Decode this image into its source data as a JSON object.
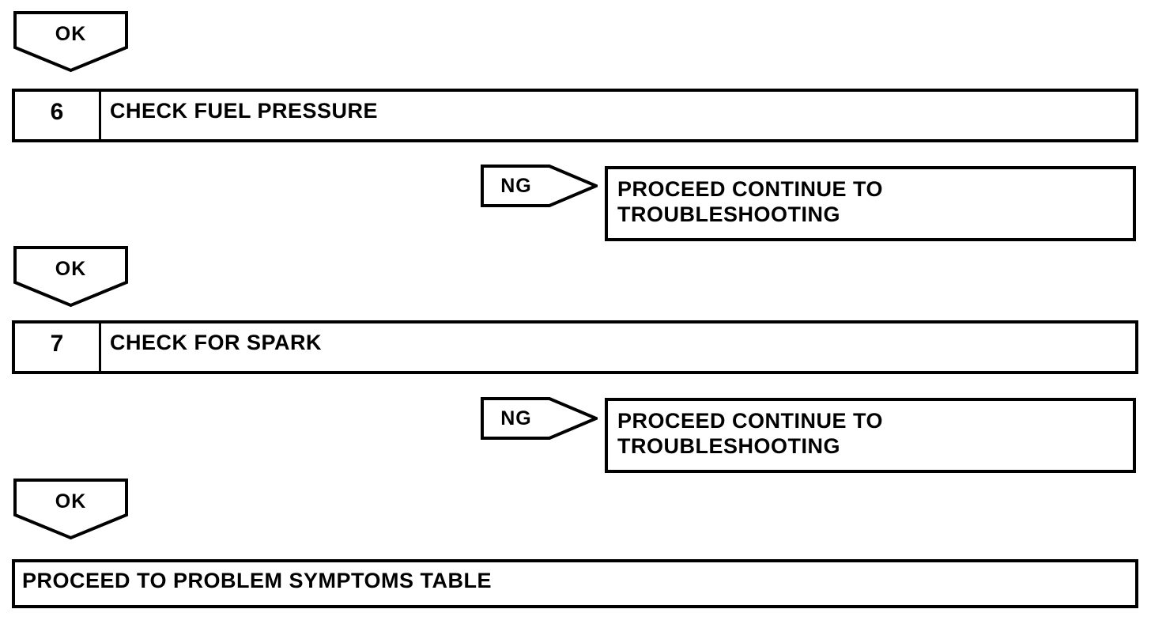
{
  "diagram": {
    "kind": "troubleshooting-flowchart",
    "connectors": {
      "ok_label": "OK",
      "ng_label": "NG"
    },
    "steps": [
      {
        "number": "6",
        "title": "CHECK FUEL PRESSURE",
        "ng_result_line1": "PROCEED CONTINUE TO",
        "ng_result_line2": "TROUBLESHOOTING"
      },
      {
        "number": "7",
        "title": "CHECK FOR SPARK",
        "ng_result_line1": "PROCEED CONTINUE TO",
        "ng_result_line2": "TROUBLESHOOTING"
      }
    ],
    "final_step": {
      "label": "PROCEED TO PROBLEM SYMPTOMS TABLE"
    },
    "colors": {
      "line": "#000000",
      "background": "#ffffff"
    }
  }
}
